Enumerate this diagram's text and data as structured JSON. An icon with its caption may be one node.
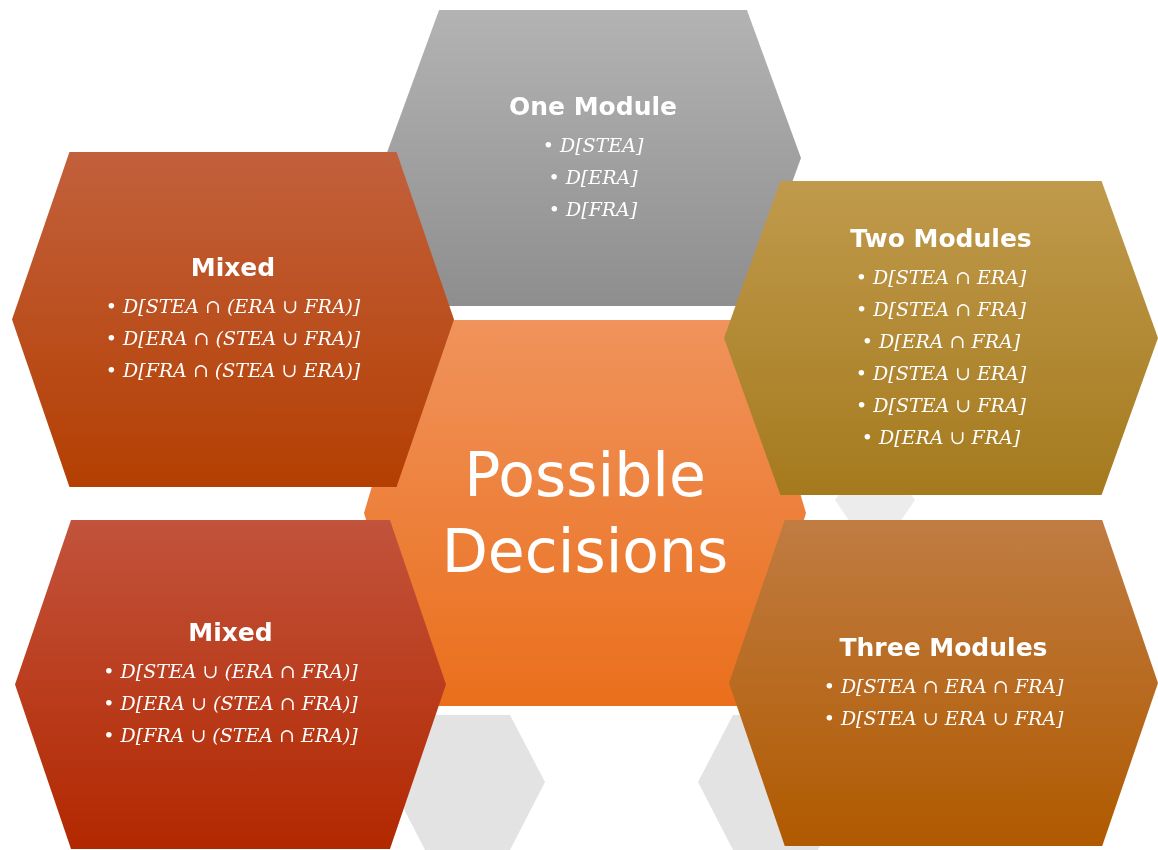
{
  "diagram": {
    "nodes": [
      {
        "text": [
          "One Module",
          "• D[STEA]",
          "• D[ERA]",
          "• D[FRA]"
        ]
      },
      {
        "text": [
          "Mixed",
          "• D[STEA ∩ (ERA ∪ FRA)]",
          "• D[ERA ∩ (STEA ∪ FRA)]",
          "• D[FRA ∩ (STEA ∪ ERA)]"
        ]
      },
      {
        "text": [
          "Two Modules",
          "• D[STEA ∩ ERA]",
          "• D[STEA ∩ FRA]",
          "• D[ERA ∩ FRA]",
          "• D[STEA ∪ ERA]",
          "• D[STEA ∪ FRA]",
          "• D[ERA ∪ FRA]"
        ]
      },
      {
        "text": [
          "Possible Decisions"
        ]
      },
      {
        "text": [
          "Mixed",
          "• D[STEA ∪ (ERA ∩ FRA)]",
          "• D[ERA ∪ (STEA ∩ FRA)]",
          "• D[FRA ∪ (STEA ∩ ERA)]"
        ]
      },
      {
        "text": [
          "Three Modules",
          "• D[STEA ∩ ERA ∩ FRA]",
          "• D[STEA ∪ ERA ∪ FRA]"
        ]
      }
    ],
    "edges": []
  }
}
